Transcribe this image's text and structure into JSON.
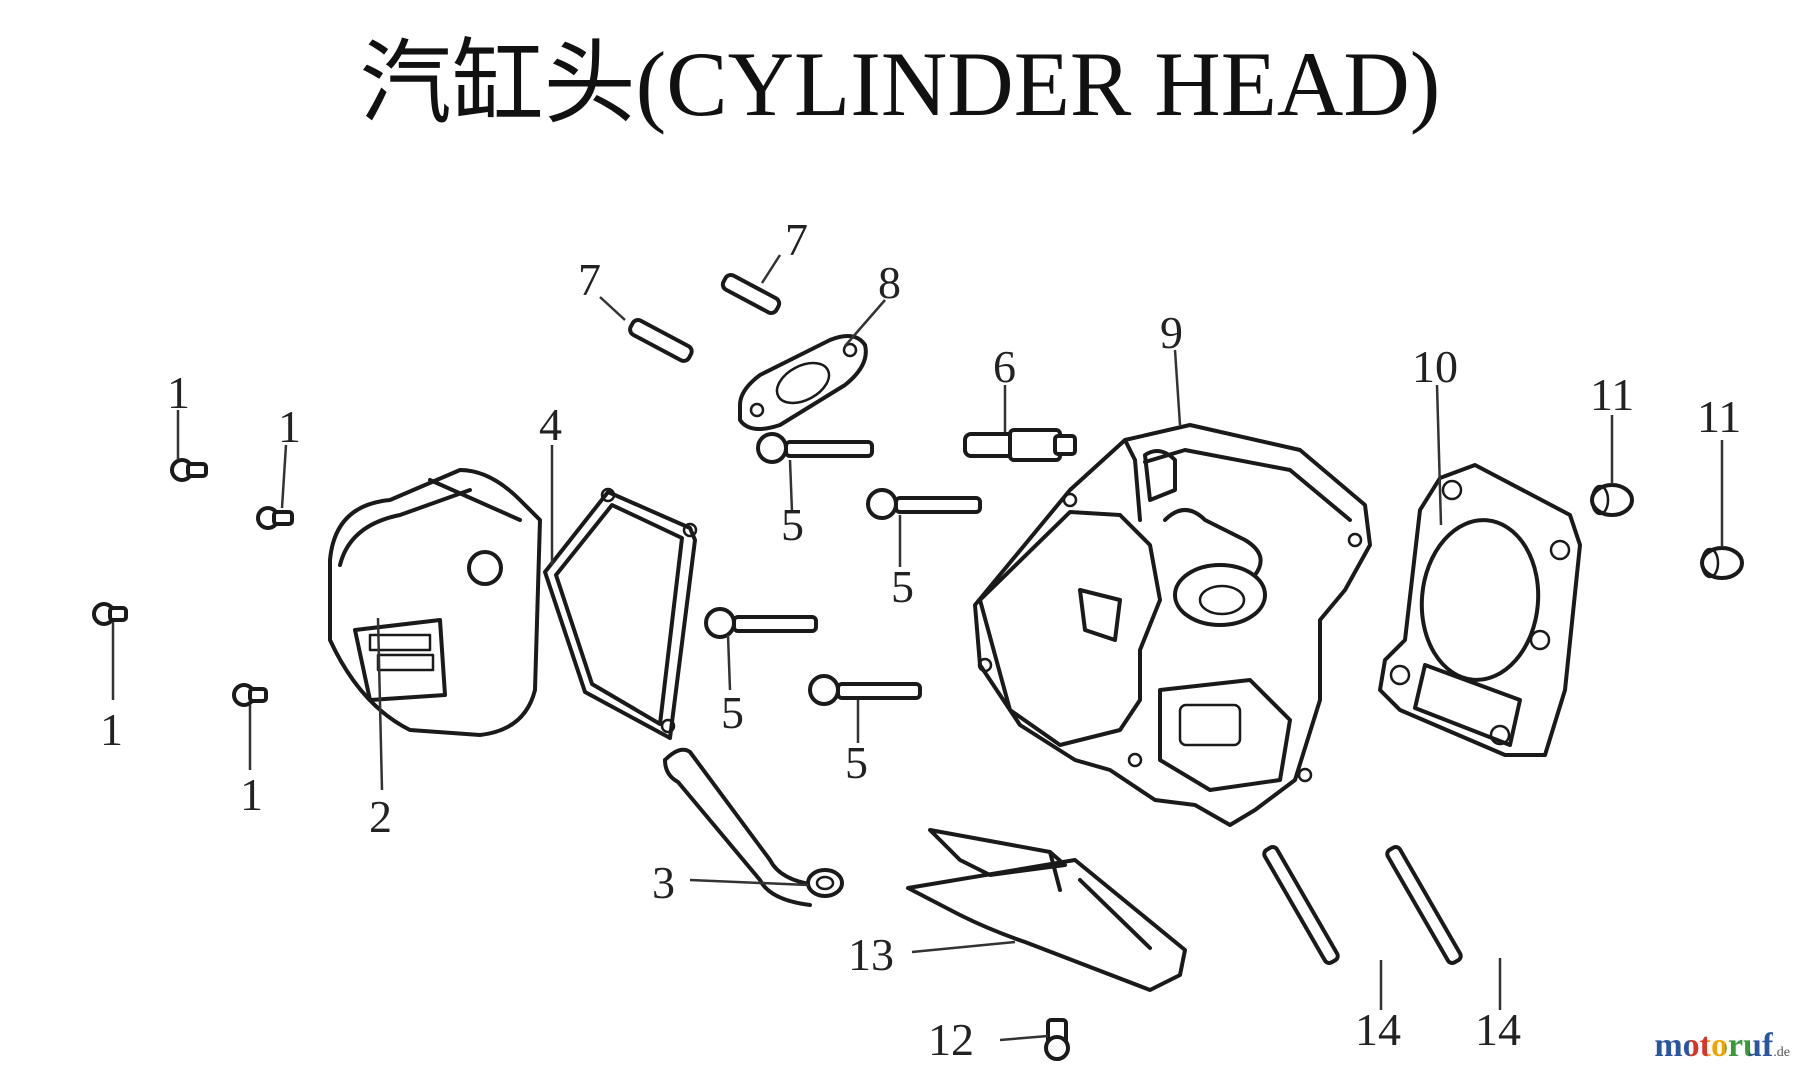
{
  "title": "汽缸头(CYLINDER HEAD)",
  "watermark": {
    "text": "motoruf",
    "tld": ".de"
  },
  "callouts": [
    "1",
    "1",
    "1",
    "1",
    "2",
    "3",
    "4",
    "5",
    "5",
    "5",
    "5",
    "6",
    "7",
    "7",
    "8",
    "9",
    "10",
    "11",
    "11",
    "12",
    "13",
    "14",
    "14"
  ]
}
